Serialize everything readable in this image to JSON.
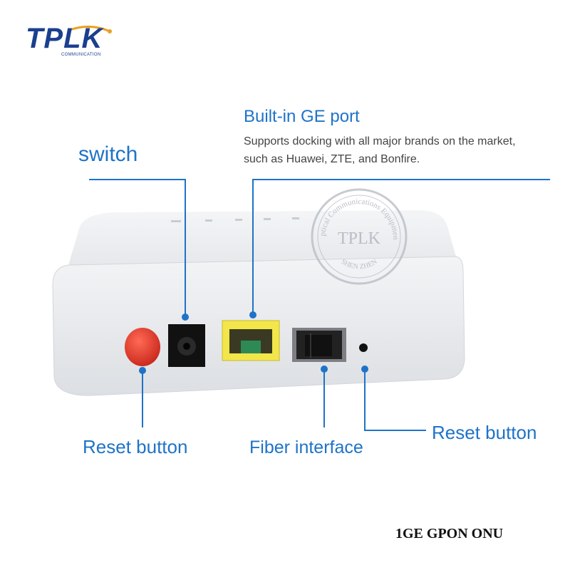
{
  "logo": {
    "brand": "TPLK",
    "sub": "COMMUNICATION"
  },
  "callouts": {
    "ge_title": "Built-in GE port",
    "ge_desc_line1": "Supports docking with all major brands on the market,",
    "ge_desc_line2": "such as Huawei, ZTE, and Bonfire.",
    "switch": "switch",
    "reset_left": "Reset button",
    "fiber": "Fiber interface",
    "reset_right": "Reset button"
  },
  "watermark": {
    "top": "Optical Communications Equipment",
    "center": "TPLK",
    "bottom": "SHEN ZHEN"
  },
  "caption": "1GE GPON ONU",
  "colors": {
    "callout_blue": "#1e73c8",
    "logo_blue": "#1b3f8f",
    "reset_red": "#e03a2a",
    "port_yellow": "#f2e64a"
  }
}
